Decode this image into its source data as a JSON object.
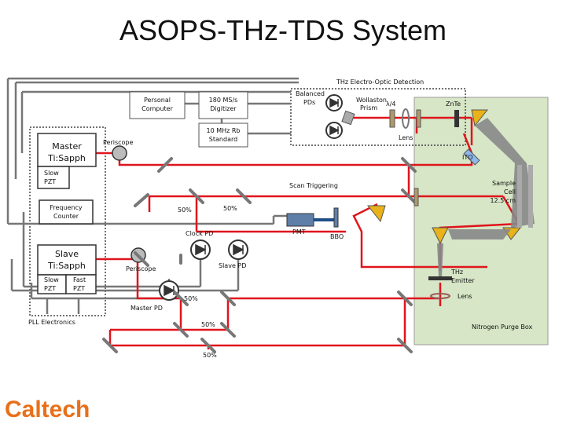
{
  "title": "ASOPS-THz-TDS System",
  "logo": "Caltech",
  "colors": {
    "beam": "#e0141c",
    "purge_box": "#d6e6c6",
    "mirror": "#777777",
    "lens": "#9a5a5a",
    "logo": "#e8701a"
  },
  "labels": {
    "thz_eo_detection": "THz Electro-Optic Detection",
    "personal_computer": [
      "Personal",
      "Computer"
    ],
    "digitizer": [
      "180 MS/s",
      "Digitizer"
    ],
    "rb_standard": [
      "10 MHz Rb",
      "Standard"
    ],
    "balanced_pds": [
      "Balanced",
      "PDs"
    ],
    "wollaston": [
      "Wollaston",
      "Prism"
    ],
    "lambda4": "λ/4",
    "znte": "ZnTe",
    "lens_top": "Lens",
    "master": [
      "Master",
      "Ti:Sapph"
    ],
    "slow_pzt_master": [
      "Slow",
      "PZT"
    ],
    "periscope_top": "Periscope",
    "ito": "ITO",
    "scan_triggering": "Scan Triggering",
    "sample_cell": [
      "Sample",
      "Cell",
      "12.5 cm"
    ],
    "frequency_counter": [
      "Frequency",
      "Counter"
    ],
    "split_50_a": "50%",
    "split_50_b": "50%",
    "pmt": "PMT",
    "bbo": "BBO",
    "clock_pd": "Clock PD",
    "slave": [
      "Slave",
      "Ti:Sapph"
    ],
    "slow_pzt_slave": [
      "Slow",
      "PZT"
    ],
    "fast_pzt": [
      "Fast",
      "PZT"
    ],
    "periscope_bottom": "Periscope",
    "slave_pd": "Slave PD",
    "thz_emitter": [
      "THz",
      "Emitter"
    ],
    "lens_bottom": "Lens",
    "master_pd": "Master PD",
    "split_50_c": "50%",
    "pll_electronics": "PLL Electronics",
    "split_50_d": "50%",
    "split_50_e": "50%",
    "nitrogen_purge_box": "Nitrogen Purge Box"
  }
}
